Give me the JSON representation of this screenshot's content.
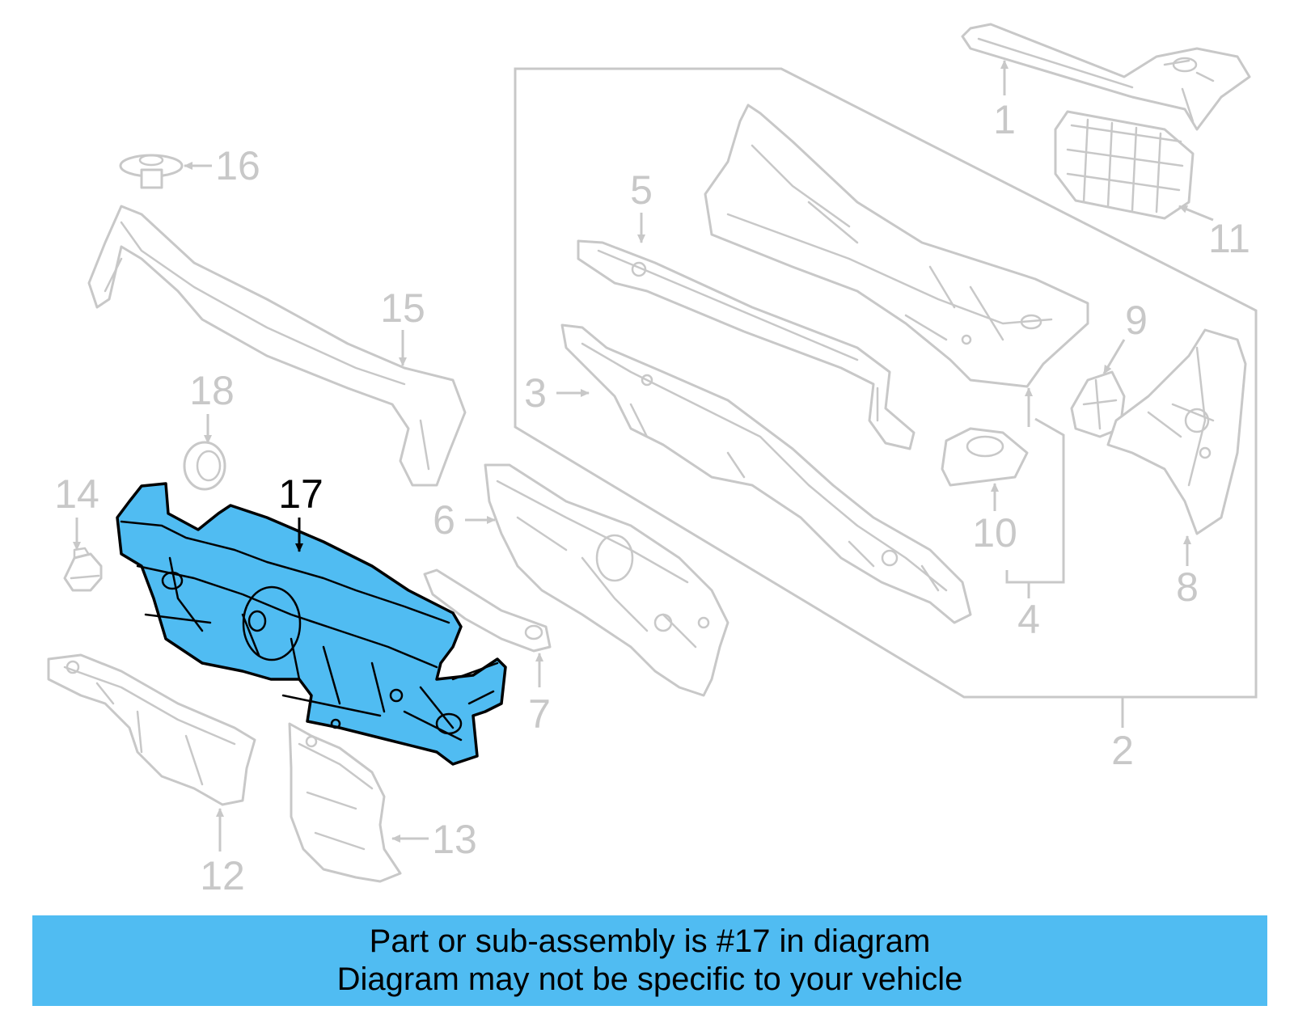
{
  "diagram": {
    "highlight_color": "#50bcf2",
    "line_color": "#c8c8c8",
    "callouts": [
      "1",
      "2",
      "3",
      "4",
      "5",
      "6",
      "7",
      "8",
      "9",
      "10",
      "11",
      "12",
      "13",
      "14",
      "15",
      "16",
      "17",
      "18"
    ],
    "highlighted_callout": "17"
  },
  "banner": {
    "line1": "Part or sub-assembly is #17 in diagram",
    "line2": "Diagram may not be specific to your vehicle",
    "background": "#50bcf2"
  }
}
